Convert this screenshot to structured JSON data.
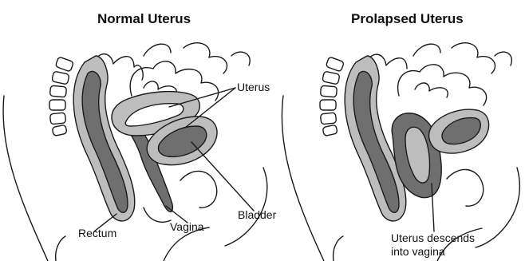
{
  "titles": {
    "normal": "Normal Uterus",
    "prolapsed": "Prolapsed Uterus"
  },
  "labels": {
    "uterus": "Uterus",
    "rectum": "Rectum",
    "vagina": "Vagina",
    "bladder": "Bladder",
    "uterus_descends_line1": "Uterus descends",
    "uterus_descends_line2": "into vagina"
  },
  "colors": {
    "organ_dark": "#6f6f6f",
    "organ_light": "#bdbdbd",
    "outline": "#1a1a1a",
    "background": "#ffffff"
  }
}
